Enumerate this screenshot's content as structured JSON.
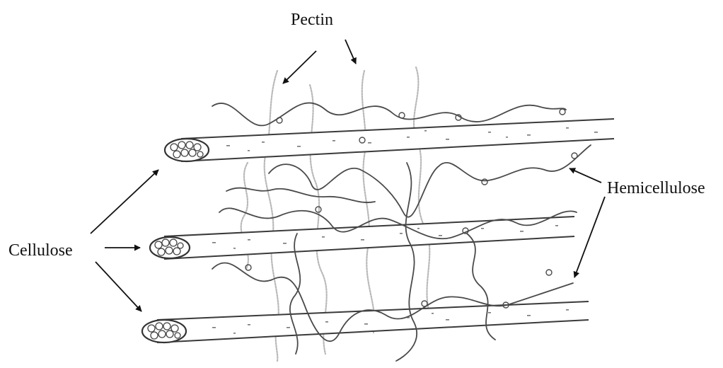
{
  "labels": {
    "pectin": "Pectin",
    "cellulose": "Cellulose",
    "hemicellulose": "Hemicellulose"
  },
  "colors": {
    "ink": "#111111",
    "fiber": "#3a3a3a",
    "stipple": "#6f6f6f",
    "pectin": "#b9b9b9",
    "hemicellulose": "#4a4a4a"
  },
  "components": {
    "cellulose_microfibrils": 3,
    "pectin_strands": 5,
    "hemicellulose_chains": 6
  }
}
